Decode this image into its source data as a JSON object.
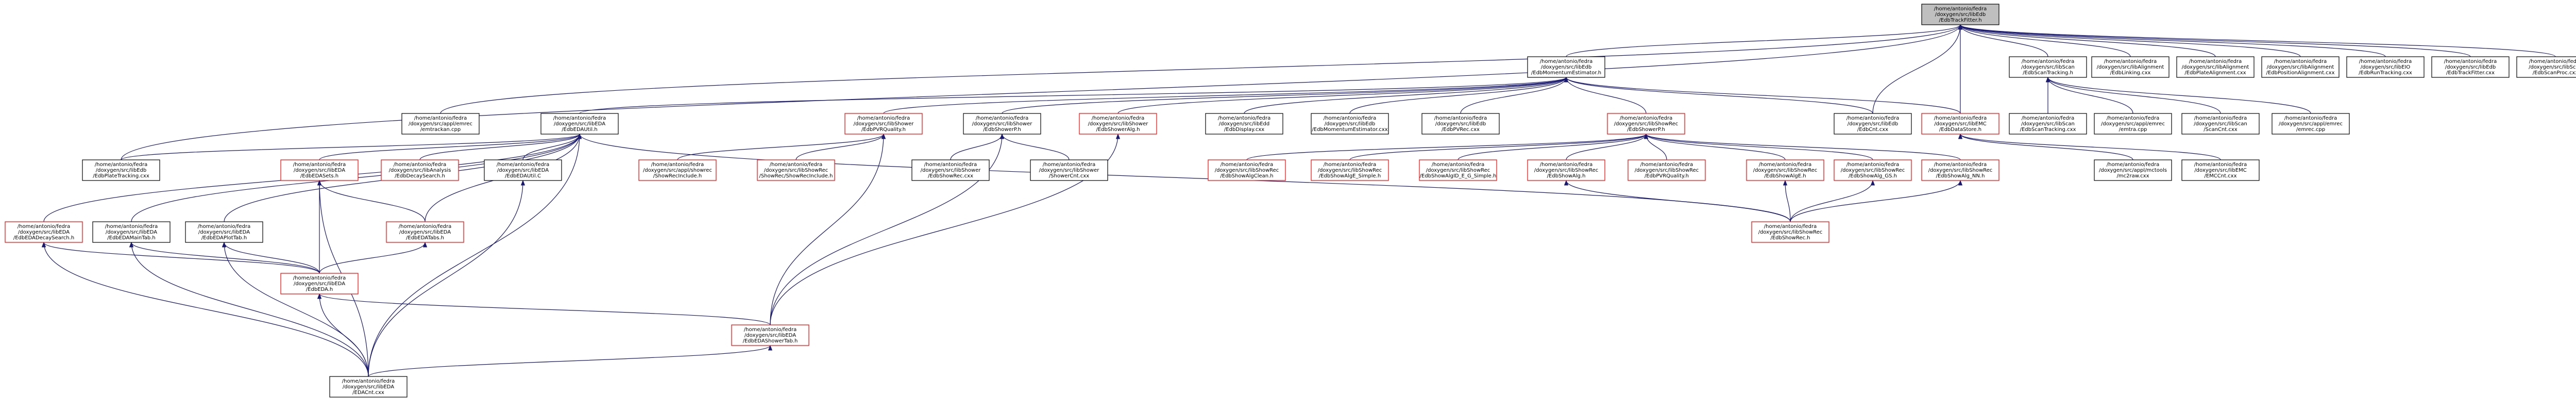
{
  "colors": {
    "edge": "#191970",
    "node_border_ok": "#000000",
    "node_border_missing": "#ff0000",
    "root_fill": "#bfbfbf",
    "node_fill": "#ffffff"
  },
  "nodes": [
    {
      "id": "root",
      "lines": [
        "/home/antonio/fedra",
        "/doxygen/src/libEdb",
        "/EdbTrackFitter.h"
      ],
      "root": true
    },
    {
      "id": "mom",
      "lines": [
        "/home/antonio/fedra",
        "/doxygen/src/libEdb",
        "/EdbMomentumEstimator.h"
      ]
    },
    {
      "id": "scanTrk",
      "lines": [
        "/home/antonio/fedra",
        "/doxygen/src/libScan",
        "/EdbScanTracking.h"
      ]
    },
    {
      "id": "edbLinking",
      "lines": [
        "/home/antonio/fedra",
        "/doxygen/src/libAlignment",
        "/EdbLinking.cxx"
      ]
    },
    {
      "id": "plateAlign",
      "lines": [
        "/home/antonio/fedra",
        "/doxygen/src/libAlignment",
        "/EdbPlateAlignment.cxx"
      ]
    },
    {
      "id": "posAlign",
      "lines": [
        "/home/antonio/fedra",
        "/doxygen/src/libAlignment",
        "/EdbPositionAlignment.cxx"
      ]
    },
    {
      "id": "runTrk",
      "lines": [
        "/home/antonio/fedra",
        "/doxygen/src/libEIO",
        "/EdbRunTracking.cxx"
      ]
    },
    {
      "id": "trkFitCxx",
      "lines": [
        "/home/antonio/fedra",
        "/doxygen/src/libEdb",
        "/EdbTrackFitter.cxx"
      ]
    },
    {
      "id": "scanProc",
      "lines": [
        "/home/antonio/fedra",
        "/doxygen/src/libScan",
        "/EdbScanProc.cxx"
      ]
    },
    {
      "id": "emtrackan",
      "lines": [
        "/home/antonio/fedra",
        "/doxygen/src/appl/emrec",
        "/emtrackan.cpp"
      ]
    },
    {
      "id": "edaUtil",
      "lines": [
        "/home/antonio/fedra",
        "/doxygen/src/libEDA",
        "/EdbEDAUtil.h"
      ]
    },
    {
      "id": "plugUtil",
      "lines": [
        "/home/antonio/fedra",
        "/doxygen/src/libShower",
        "/EdbPVRQuality.h"
      ],
      "missing": true
    },
    {
      "id": "showerH",
      "lines": [
        "/home/antonio/fedra",
        "/doxygen/src/libShower",
        "/EdbShowerP.h"
      ]
    },
    {
      "id": "showerAlg",
      "lines": [
        "/home/antonio/fedra",
        "/doxygen/src/libShower",
        "/EdbShowerAlg.h"
      ],
      "missing": true
    },
    {
      "id": "edbDisplay",
      "lines": [
        "/home/antonio/fedra",
        "/doxygen/src/libEdd",
        "/EdbDisplay.cxx"
      ]
    },
    {
      "id": "momCxx",
      "lines": [
        "/home/antonio/fedra",
        "/doxygen/src/libEdb",
        "/EdbMomentumEstimator.cxx"
      ]
    },
    {
      "id": "pvrec",
      "lines": [
        "/home/antonio/fedra",
        "/doxygen/src/libEdb",
        "/EdbPVRec.cxx"
      ]
    },
    {
      "id": "shRecH",
      "lines": [
        "/home/antonio/fedra",
        "/doxygen/src/libShowRec",
        "/EdbShowerP.h"
      ],
      "missing": true
    },
    {
      "id": "bcnt",
      "lines": [
        "/home/antonio/fedra",
        "/doxygen/src/libEdb",
        "/EdbCnt.cxx"
      ]
    },
    {
      "id": "dataStore",
      "lines": [
        "/home/antonio/fedra",
        "/doxygen/src/libEMC",
        "/EdbDataStore.h"
      ],
      "missing": true
    },
    {
      "id": "scanTrkCxx",
      "lines": [
        "/home/antonio/fedra",
        "/doxygen/src/libScan",
        "/EdbScanTracking.cxx"
      ]
    },
    {
      "id": "emtra",
      "lines": [
        "/home/antonio/fedra",
        "/doxygen/src/appl/emrec",
        "/emtra.cpp"
      ]
    },
    {
      "id": "scanCnt",
      "lines": [
        "/home/antonio/fedra",
        "/doxygen/src/libScan",
        "/ScanCnt.cxx"
      ]
    },
    {
      "id": "emrec",
      "lines": [
        "/home/antonio/fedra",
        "/doxygen/src/appl/emrec",
        "/emrec.cpp"
      ]
    },
    {
      "id": "plateTrk",
      "lines": [
        "/home/antonio/fedra",
        "/doxygen/src/libEdb",
        "/EdbPlateTracking.cxx"
      ]
    },
    {
      "id": "edaSets",
      "lines": [
        "/home/antonio/fedra",
        "/doxygen/src/libEDA",
        "/EdbEDASets.h"
      ],
      "missing": true
    },
    {
      "id": "edaAnalysis",
      "lines": [
        "/home/antonio/fedra",
        "/doxygen/src/libAnalysis",
        "/EdbDecaySearch.h"
      ],
      "missing": true
    },
    {
      "id": "edaUtilC",
      "lines": [
        "/home/antonio/fedra",
        "/doxygen/src/libEDA",
        "/EdbEDAUtil.C"
      ]
    },
    {
      "id": "recInclude",
      "lines": [
        "/home/antonio/fedra",
        "/doxygen/src/appl/showrec",
        "/ShowRecInclude.h"
      ],
      "missing": true
    },
    {
      "id": "shRecHb",
      "lines": [
        "/home/antonio/fedra",
        "/doxygen/src/libShowRec",
        "/ShowRec/ShowRecInclude.h"
      ],
      "missing": true
    },
    {
      "id": "showRecCxx",
      "lines": [
        "/home/antonio/fedra",
        "/doxygen/src/libShower",
        "/EdbShowRec.cxx"
      ]
    },
    {
      "id": "showerCnt",
      "lines": [
        "/home/antonio/fedra",
        "/doxygen/src/libShower",
        "/ShowerCnt.cxx"
      ]
    },
    {
      "id": "shAlgClean",
      "lines": [
        "/home/antonio/fedra",
        "/doxygen/src/libShowRec",
        "/EdbShowAlgClean.h"
      ],
      "missing": true
    },
    {
      "id": "shAlgSimple",
      "lines": [
        "/home/antonio/fedra",
        "/doxygen/src/libShowRec",
        "/EdbShowAlgE_Simple.h"
      ],
      "missing": true
    },
    {
      "id": "shAlgE",
      "lines": [
        "/home/antonio/fedra",
        "/doxygen/src/libShowRec",
        "/EdbShowAlgID_E_G_Simple.h"
      ],
      "missing": true
    },
    {
      "id": "shAlgH",
      "lines": [
        "/home/antonio/fedra",
        "/doxygen/src/libShowRec",
        "/EdbShowAlg.h"
      ],
      "missing": true
    },
    {
      "id": "pvrQuality",
      "lines": [
        "/home/antonio/fedra",
        "/doxygen/src/libShowRec",
        "/EdbPVRQuality.h"
      ],
      "missing": true
    },
    {
      "id": "shAlgGS",
      "lines": [
        "/home/antonio/fedra",
        "/doxygen/src/libShowRec",
        "/EdbShowAlgE.h"
      ],
      "missing": true
    },
    {
      "id": "shAlgNN",
      "lines": [
        "/home/antonio/fedra",
        "/doxygen/src/libShowRec",
        "/EdbShowAlg_GS.h"
      ],
      "missing": true
    },
    {
      "id": "shAlgNN2",
      "lines": [
        "/home/antonio/fedra",
        "/doxygen/src/libShowRec",
        "/EdbShowAlg_NN.h"
      ],
      "missing": true
    },
    {
      "id": "mcTools",
      "lines": [
        "/home/antonio/fedra",
        "/doxygen/src/appl/mctools",
        "/mc2raw.cxx"
      ]
    },
    {
      "id": "emcCnt",
      "lines": [
        "/home/antonio/fedra",
        "/doxygen/src/libEMC",
        "/EMCCnt.cxx"
      ]
    },
    {
      "id": "showRecH",
      "lines": [
        "/home/antonio/fedra",
        "/doxygen/src/libShowRec",
        "/EdbShowRec.h"
      ],
      "missing": true
    },
    {
      "id": "edaDecay",
      "lines": [
        "/home/antonio/fedra",
        "/doxygen/src/libEDA",
        "/EdbEDADecaySearch.h"
      ],
      "missing": true
    },
    {
      "id": "edaMainTab",
      "lines": [
        "/home/antonio/fedra",
        "/doxygen/src/libEDA",
        "/EdbEDAMainTab.h"
      ]
    },
    {
      "id": "edaPlotTab",
      "lines": [
        "/home/antonio/fedra",
        "/doxygen/src/libEDA",
        "/EdbEDAPlotTab.h"
      ]
    },
    {
      "id": "edaTabs",
      "lines": [
        "/home/antonio/fedra",
        "/doxygen/src/libEDA",
        "/EdbEDATabs.h"
      ],
      "missing": true
    },
    {
      "id": "edaH",
      "lines": [
        "/home/antonio/fedra",
        "/doxygen/src/libEDA",
        "/EdbEDA.h"
      ],
      "missing": true
    },
    {
      "id": "edaShowerTab",
      "lines": [
        "/home/antonio/fedra",
        "/doxygen/src/libEDA",
        "/EdbEDAShowerTab.h"
      ],
      "missing": true
    },
    {
      "id": "edaCnt",
      "lines": [
        "/home/antonio/fedra",
        "/doxygen/src/libEDA",
        "/EDACnt.cxx"
      ]
    }
  ]
}
